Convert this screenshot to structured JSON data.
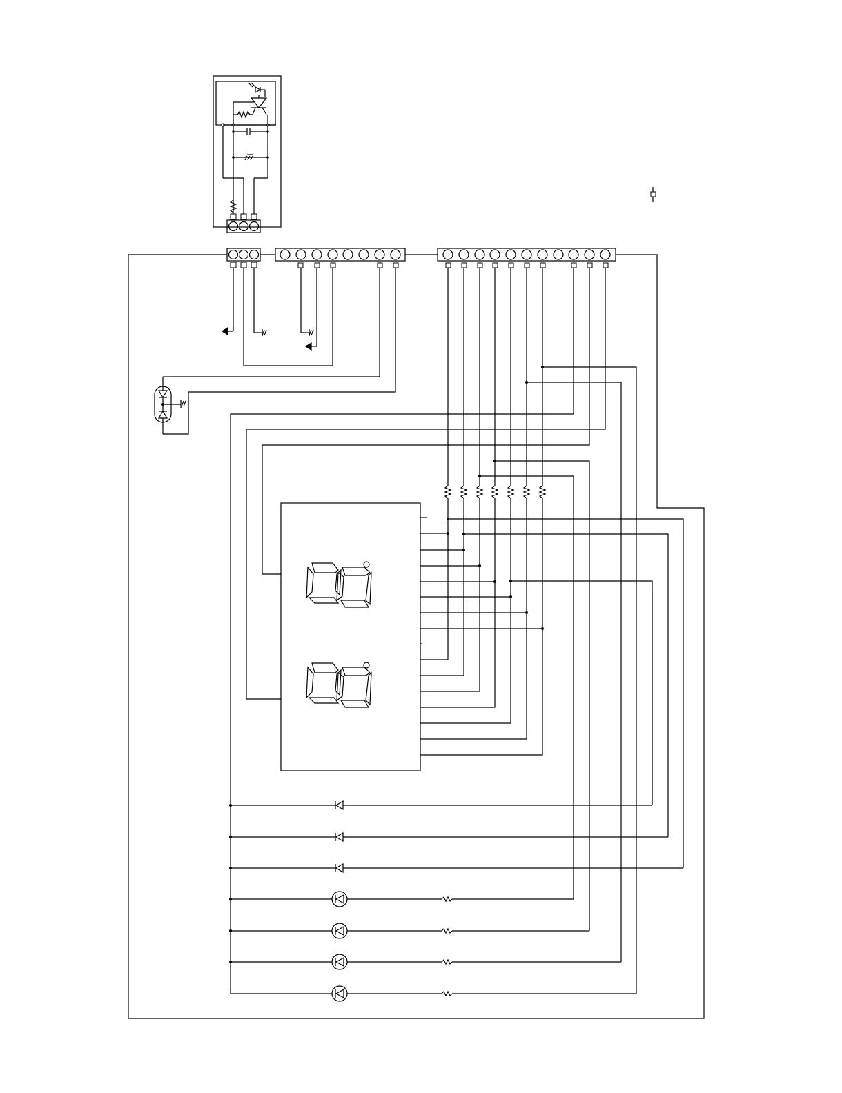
{
  "diagram": {
    "type": "circuit-schematic",
    "colors": {
      "ink": "#000000",
      "paper": "#ffffff"
    },
    "components": {
      "sensor_module": {
        "contains": [
          "led-emitter-icon",
          "phototransistor-icon",
          "resistor-icon",
          "capacitor-icon",
          "ground-icon"
        ]
      },
      "connector_3pin_top": {
        "pins": 3
      },
      "connector_3pin_main": {
        "pins": 3
      },
      "connector_8pin": {
        "pins": 8
      },
      "connector_11pin": {
        "pins": 11
      },
      "resistor_bank": {
        "count": 7
      },
      "display_module": {
        "digits": 4,
        "segment_type": "7-segment"
      },
      "diodes": {
        "count": 3
      },
      "leds": {
        "count": 4
      },
      "led_resistors": {
        "count": 4
      },
      "dual_diode": {
        "count": 1
      },
      "ground_symbols": {
        "count": 4
      },
      "arrow_terminals": {
        "count": 2
      }
    }
  }
}
